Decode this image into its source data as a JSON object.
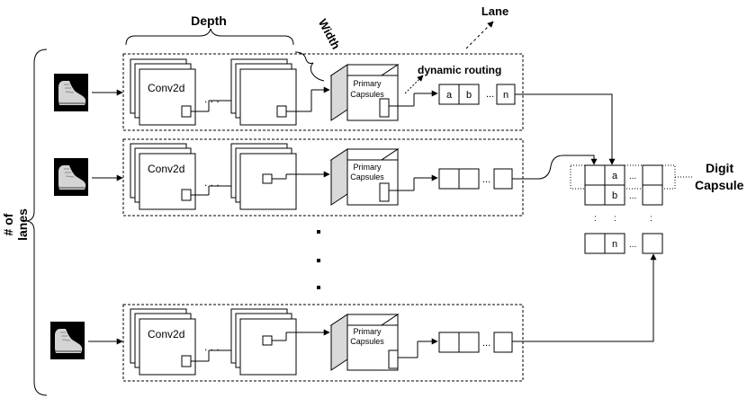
{
  "labels": {
    "depth": "Depth",
    "width": "Width",
    "lane": "Lane",
    "dynamic_routing": "dynamic routing",
    "num_lanes_line1": "# of",
    "num_lanes_line2": "lanes",
    "digit_line1": "Digit",
    "digit_line2": "Capsule"
  },
  "lanes": [
    {
      "conv_label": "Conv2d",
      "primary_line1": "Primary",
      "primary_line2": "Capsules",
      "caps_cells": [
        "a",
        "b"
      ],
      "caps_last": "n",
      "ellipsis": "..."
    },
    {
      "conv_label": "Conv2d",
      "primary_line1": "Primary",
      "primary_line2": "Capsules",
      "caps_cells": [
        "",
        ""
      ],
      "caps_last": "",
      "ellipsis": "..."
    },
    {
      "conv_label": "Conv2d",
      "primary_line1": "Primary",
      "primary_line2": "Capsules",
      "caps_cells": [
        "",
        ""
      ],
      "caps_last": "",
      "ellipsis": "..."
    }
  ],
  "digit_grid": {
    "row1": [
      "",
      "a",
      "...",
      ""
    ],
    "row2": [
      "",
      "b",
      "...",
      ""
    ],
    "row3": [
      "",
      "n",
      "...",
      ""
    ]
  },
  "input_image_icon": "sneaker-image-icon"
}
